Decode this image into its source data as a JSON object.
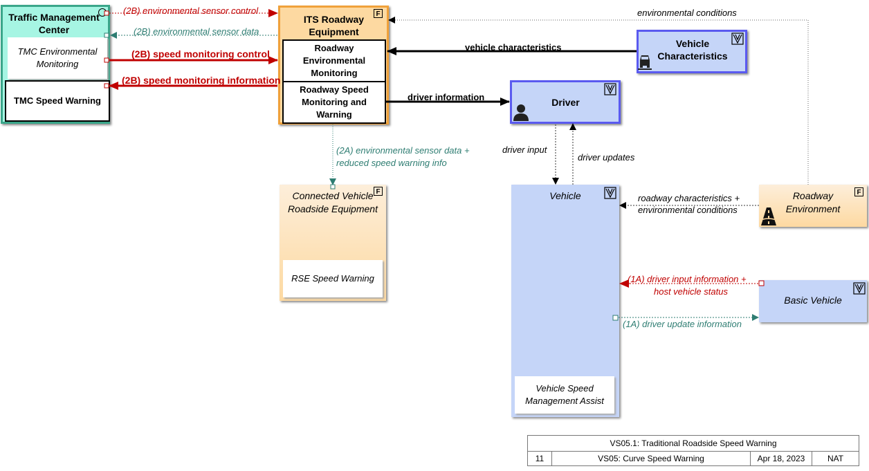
{
  "nodes": {
    "tmc": {
      "title": "Traffic Management Center",
      "sub1": "TMC Environmental Monitoring",
      "sub2": "TMC Speed Warning"
    },
    "its": {
      "title": "ITS Roadway Equipment",
      "tag": "F",
      "sub1": "Roadway Environmental Monitoring",
      "sub2": "Roadway Speed Monitoring and Warning"
    },
    "vchar": {
      "title": "Vehicle Characteristics",
      "tag": "V"
    },
    "driver": {
      "title": "Driver",
      "tag": "V"
    },
    "cvre": {
      "title": "Connected Vehicle Roadside Equipment",
      "tag": "F",
      "sub": "RSE Speed Warning"
    },
    "vehicle": {
      "title": "Vehicle",
      "tag": "V",
      "sub": "Vehicle Speed Management Assist"
    },
    "renv": {
      "title": "Roadway Environment",
      "tag": "F"
    },
    "bveh": {
      "title": "Basic Vehicle",
      "tag": "V"
    }
  },
  "flows": {
    "env_ctrl": "(2B) environmental sensor control",
    "env_data": "(2B) environmental sensor data",
    "speed_ctrl": "(2B) speed monitoring control",
    "speed_info": "(2B) speed monitoring information",
    "env_cond": "environmental conditions",
    "veh_char": "vehicle characteristics",
    "driver_info": "driver information",
    "cv_env_1": "(2A) environmental sensor data +",
    "cv_env_2": "reduced speed warning info",
    "driver_input": "driver input",
    "driver_updates": "driver updates",
    "road_char_1": "roadway characteristics +",
    "road_char_2": "environmental conditions",
    "dii_1": "(1A) driver input information +",
    "dii_2": "host vehicle status",
    "dui": "(1A) driver update information"
  },
  "footer": {
    "title": "VS05.1: Traditional Roadside Speed Warning",
    "num": "11",
    "name": "VS05: Curve Speed Warning",
    "date": "Apr 18, 2023",
    "scope": "NAT"
  },
  "colors": {
    "tmc": "#a6f5e3",
    "tmc_border": "#3aa68a",
    "its": "#fdd9a1",
    "its_border": "#f0a13a",
    "vehicle": "#c5d5f8",
    "vehicle_border": "#5a5af0",
    "red": "#c00000",
    "teal": "#2e7d72"
  }
}
